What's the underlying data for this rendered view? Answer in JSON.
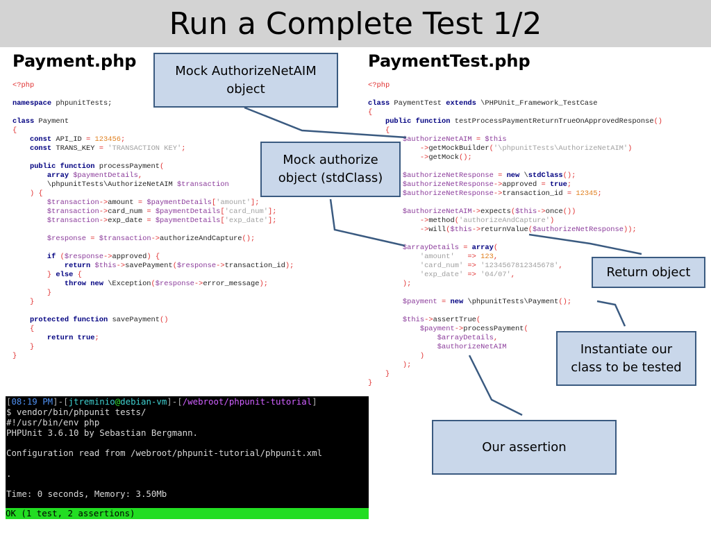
{
  "slide": {
    "title": "Run a Complete Test 1/2"
  },
  "left": {
    "heading": "Payment.php",
    "code": [
      [
        [
          "p",
          "<?php"
        ]
      ],
      [],
      [
        [
          "kw",
          "namespace"
        ],
        [
          "t",
          " phpunitTests;"
        ]
      ],
      [],
      [
        [
          "kw",
          "class"
        ],
        [
          "t",
          " Payment"
        ]
      ],
      [
        [
          "p",
          "{"
        ]
      ],
      [
        [
          "t",
          "    "
        ],
        [
          "kw",
          "const"
        ],
        [
          "t",
          " API_ID "
        ],
        [
          "p",
          "="
        ],
        [
          "n",
          " 123456"
        ],
        [
          "p",
          ";"
        ]
      ],
      [
        [
          "t",
          "    "
        ],
        [
          "kw",
          "const"
        ],
        [
          "t",
          " TRANS_KEY "
        ],
        [
          "p",
          "="
        ],
        [
          "s",
          " 'TRANSACTION KEY'"
        ],
        [
          "p",
          ";"
        ]
      ],
      [],
      [
        [
          "t",
          "    "
        ],
        [
          "kw",
          "public function"
        ],
        [
          "t",
          " processPayment"
        ],
        [
          "p",
          "("
        ]
      ],
      [
        [
          "t",
          "        "
        ],
        [
          "kw",
          "array"
        ],
        [
          "v",
          " $paymentDetails"
        ],
        [
          "p",
          ","
        ]
      ],
      [
        [
          "t",
          "        \\phpunitTests\\AuthorizeNetAIM "
        ],
        [
          "v",
          "$transaction"
        ]
      ],
      [
        [
          "t",
          "    "
        ],
        [
          "p",
          ") {"
        ]
      ],
      [
        [
          "t",
          "        "
        ],
        [
          "v",
          "$transaction"
        ],
        [
          "p",
          "->"
        ],
        [
          "t",
          "amount "
        ],
        [
          "p",
          "="
        ],
        [
          "v",
          " $paymentDetails"
        ],
        [
          "p",
          "["
        ],
        [
          "s",
          "'amount'"
        ],
        [
          "p",
          "];"
        ]
      ],
      [
        [
          "t",
          "        "
        ],
        [
          "v",
          "$transaction"
        ],
        [
          "p",
          "->"
        ],
        [
          "t",
          "card_num "
        ],
        [
          "p",
          "="
        ],
        [
          "v",
          " $paymentDetails"
        ],
        [
          "p",
          "["
        ],
        [
          "s",
          "'card_num'"
        ],
        [
          "p",
          "];"
        ]
      ],
      [
        [
          "t",
          "        "
        ],
        [
          "v",
          "$transaction"
        ],
        [
          "p",
          "->"
        ],
        [
          "t",
          "exp_date "
        ],
        [
          "p",
          "="
        ],
        [
          "v",
          " $paymentDetails"
        ],
        [
          "p",
          "["
        ],
        [
          "s",
          "'exp_date'"
        ],
        [
          "p",
          "];"
        ]
      ],
      [],
      [
        [
          "t",
          "        "
        ],
        [
          "v",
          "$response"
        ],
        [
          "p",
          " ="
        ],
        [
          "v",
          " $transaction"
        ],
        [
          "p",
          "->"
        ],
        [
          "t",
          "authorizeAndCapture"
        ],
        [
          "p",
          "();"
        ]
      ],
      [],
      [
        [
          "t",
          "        "
        ],
        [
          "kw",
          "if"
        ],
        [
          "p",
          " ("
        ],
        [
          "v",
          "$response"
        ],
        [
          "p",
          "->"
        ],
        [
          "t",
          "approved"
        ],
        [
          "p",
          ") {"
        ]
      ],
      [
        [
          "t",
          "            "
        ],
        [
          "kw",
          "return"
        ],
        [
          "v",
          " $this"
        ],
        [
          "p",
          "->"
        ],
        [
          "t",
          "savePayment"
        ],
        [
          "p",
          "("
        ],
        [
          "v",
          "$response"
        ],
        [
          "p",
          "->"
        ],
        [
          "t",
          "transaction_id"
        ],
        [
          "p",
          ");"
        ]
      ],
      [
        [
          "t",
          "        "
        ],
        [
          "p",
          "} "
        ],
        [
          "kw",
          "else"
        ],
        [
          "p",
          " {"
        ]
      ],
      [
        [
          "t",
          "            "
        ],
        [
          "kw",
          "throw new"
        ],
        [
          "t",
          " \\Exception"
        ],
        [
          "p",
          "("
        ],
        [
          "v",
          "$response"
        ],
        [
          "p",
          "->"
        ],
        [
          "t",
          "error_message"
        ],
        [
          "p",
          ");"
        ]
      ],
      [
        [
          "t",
          "        "
        ],
        [
          "p",
          "}"
        ]
      ],
      [
        [
          "t",
          "    "
        ],
        [
          "p",
          "}"
        ]
      ],
      [],
      [
        [
          "t",
          "    "
        ],
        [
          "kw",
          "protected function"
        ],
        [
          "t",
          " savePayment"
        ],
        [
          "p",
          "()"
        ]
      ],
      [
        [
          "t",
          "    "
        ],
        [
          "p",
          "{"
        ]
      ],
      [
        [
          "t",
          "        "
        ],
        [
          "kw",
          "return true"
        ],
        [
          "p",
          ";"
        ]
      ],
      [
        [
          "t",
          "    "
        ],
        [
          "p",
          "}"
        ]
      ],
      [
        [
          "p",
          "}"
        ]
      ]
    ]
  },
  "right": {
    "heading": "PaymentTest.php",
    "code": [
      [
        [
          "p",
          "<?php"
        ]
      ],
      [],
      [
        [
          "kw",
          "class"
        ],
        [
          "t",
          " PaymentTest "
        ],
        [
          "kw",
          "extends"
        ],
        [
          "t",
          " \\PHPUnit_Framework_TestCase"
        ]
      ],
      [
        [
          "p",
          "{"
        ]
      ],
      [
        [
          "t",
          "    "
        ],
        [
          "kw",
          "public function"
        ],
        [
          "t",
          " testProcessPaymentReturnTrueOnApprovedResponse"
        ],
        [
          "p",
          "()"
        ]
      ],
      [
        [
          "t",
          "    "
        ],
        [
          "p",
          "{"
        ]
      ],
      [
        [
          "t",
          "        "
        ],
        [
          "v",
          "$authorizeNetAIM"
        ],
        [
          "p",
          " ="
        ],
        [
          "v",
          " $this"
        ]
      ],
      [
        [
          "t",
          "            "
        ],
        [
          "p",
          "->"
        ],
        [
          "t",
          "getMockBuilder"
        ],
        [
          "p",
          "("
        ],
        [
          "s",
          "'\\phpunitTests\\AuthorizeNetAIM'"
        ],
        [
          "p",
          ")"
        ]
      ],
      [
        [
          "t",
          "            "
        ],
        [
          "p",
          "->"
        ],
        [
          "t",
          "getMock"
        ],
        [
          "p",
          "();"
        ]
      ],
      [],
      [
        [
          "t",
          "        "
        ],
        [
          "v",
          "$authorizeNetResponse"
        ],
        [
          "p",
          " ="
        ],
        [
          "kw",
          " new"
        ],
        [
          "t",
          " \\"
        ],
        [
          "kw",
          "stdClass"
        ],
        [
          "p",
          "();"
        ]
      ],
      [
        [
          "t",
          "        "
        ],
        [
          "v",
          "$authorizeNetResponse"
        ],
        [
          "p",
          "->"
        ],
        [
          "t",
          "approved "
        ],
        [
          "p",
          "="
        ],
        [
          "kw",
          " true"
        ],
        [
          "p",
          ";"
        ]
      ],
      [
        [
          "t",
          "        "
        ],
        [
          "v",
          "$authorizeNetResponse"
        ],
        [
          "p",
          "->"
        ],
        [
          "t",
          "transaction_id "
        ],
        [
          "p",
          "="
        ],
        [
          "n",
          " 12345"
        ],
        [
          "p",
          ";"
        ]
      ],
      [],
      [
        [
          "t",
          "        "
        ],
        [
          "v",
          "$authorizeNetAIM"
        ],
        [
          "p",
          "->"
        ],
        [
          "t",
          "expects"
        ],
        [
          "p",
          "("
        ],
        [
          "v",
          "$this"
        ],
        [
          "p",
          "->"
        ],
        [
          "t",
          "once"
        ],
        [
          "p",
          "())"
        ]
      ],
      [
        [
          "t",
          "            "
        ],
        [
          "p",
          "->"
        ],
        [
          "t",
          "method"
        ],
        [
          "p",
          "("
        ],
        [
          "s",
          "'authorizeAndCapture'"
        ],
        [
          "p",
          ")"
        ]
      ],
      [
        [
          "t",
          "            "
        ],
        [
          "p",
          "->"
        ],
        [
          "t",
          "will"
        ],
        [
          "p",
          "("
        ],
        [
          "v",
          "$this"
        ],
        [
          "p",
          "->"
        ],
        [
          "t",
          "returnValue"
        ],
        [
          "p",
          "("
        ],
        [
          "v",
          "$authorizeNetResponse"
        ],
        [
          "p",
          "));"
        ]
      ],
      [],
      [
        [
          "t",
          "        "
        ],
        [
          "v",
          "$arrayDetails"
        ],
        [
          "p",
          " ="
        ],
        [
          "kw",
          " array"
        ],
        [
          "p",
          "("
        ]
      ],
      [
        [
          "t",
          "            "
        ],
        [
          "s",
          "'amount'"
        ],
        [
          "p",
          "   =>"
        ],
        [
          "n",
          " 123"
        ],
        [
          "p",
          ","
        ]
      ],
      [
        [
          "t",
          "            "
        ],
        [
          "s",
          "'card_num'"
        ],
        [
          "p",
          " =>"
        ],
        [
          "s",
          " '1234567812345678'"
        ],
        [
          "p",
          ","
        ]
      ],
      [
        [
          "t",
          "            "
        ],
        [
          "s",
          "'exp_date'"
        ],
        [
          "p",
          " =>"
        ],
        [
          "s",
          " '04/07'"
        ],
        [
          "p",
          ","
        ]
      ],
      [
        [
          "t",
          "        "
        ],
        [
          "p",
          ");"
        ]
      ],
      [],
      [
        [
          "t",
          "        "
        ],
        [
          "v",
          "$payment"
        ],
        [
          "p",
          " ="
        ],
        [
          "kw",
          " new"
        ],
        [
          "t",
          " \\phpunitTests\\Payment"
        ],
        [
          "p",
          "();"
        ]
      ],
      [],
      [
        [
          "t",
          "        "
        ],
        [
          "v",
          "$this"
        ],
        [
          "p",
          "->"
        ],
        [
          "t",
          "assertTrue"
        ],
        [
          "p",
          "("
        ]
      ],
      [
        [
          "t",
          "            "
        ],
        [
          "v",
          "$payment"
        ],
        [
          "p",
          "->"
        ],
        [
          "t",
          "processPayment"
        ],
        [
          "p",
          "("
        ]
      ],
      [
        [
          "t",
          "                "
        ],
        [
          "v",
          "$arrayDetails"
        ],
        [
          "p",
          ","
        ]
      ],
      [
        [
          "t",
          "                "
        ],
        [
          "v",
          "$authorizeNetAIM"
        ]
      ],
      [
        [
          "t",
          "            "
        ],
        [
          "p",
          ")"
        ]
      ],
      [
        [
          "t",
          "        "
        ],
        [
          "p",
          ");"
        ]
      ],
      [
        [
          "t",
          "    "
        ],
        [
          "p",
          "}"
        ]
      ],
      [
        [
          "p",
          "}"
        ]
      ]
    ]
  },
  "callouts": {
    "mock_aim": [
      "Mock AuthorizeNetAIM",
      "object"
    ],
    "mock_authorize": [
      "Mock authorize",
      "object (stdClass)"
    ],
    "return_object": "Return object",
    "instantiate": [
      "Instantiate our",
      "class to be tested"
    ],
    "assertion": "Our assertion"
  },
  "terminal": {
    "prompt": {
      "time": "08:19 PM",
      "user": "jtreminio",
      "at": "@",
      "host": "debian-vm",
      "path": "/webroot/phpunit-tutorial"
    },
    "command": "$ vendor/bin/phpunit tests/",
    "lines": [
      "#!/usr/bin/env php",
      "PHPUnit 3.6.10 by Sebastian Bergmann.",
      "",
      "Configuration read from /webroot/phpunit-tutorial/phpunit.xml",
      "",
      ".",
      "",
      "Time: 0 seconds, Memory: 3.50Mb",
      ""
    ],
    "result": "OK (1 test, 2 assertions)"
  }
}
